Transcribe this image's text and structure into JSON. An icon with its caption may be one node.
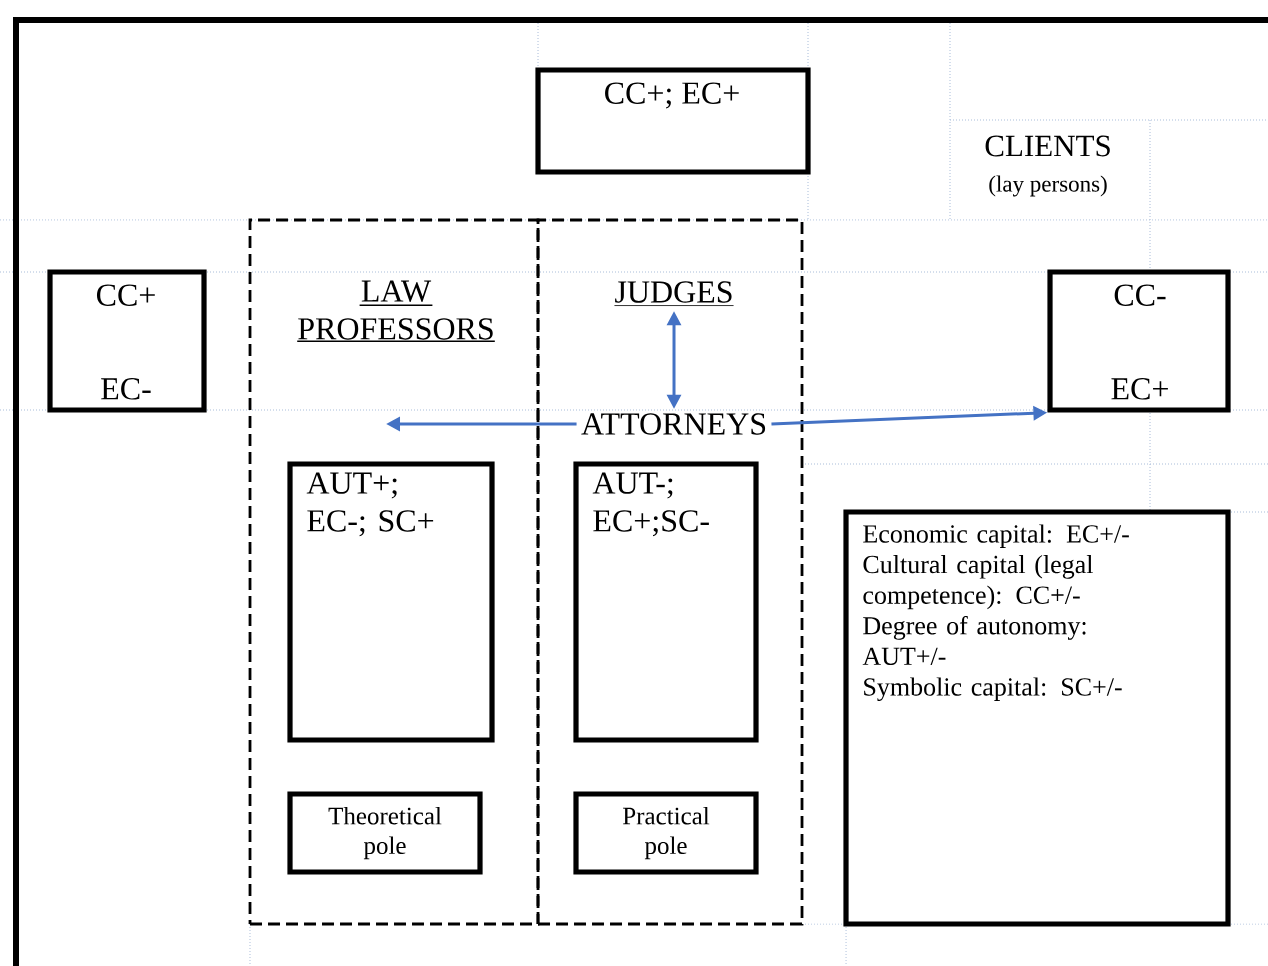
{
  "diagram": {
    "nodes": [
      {
        "text": [
          "CC+; EC+"
        ]
      },
      {
        "text": [
          "CC+",
          "EC-"
        ]
      },
      {
        "text": [
          "CC-",
          "EC+"
        ]
      },
      {
        "text": [
          "LAW PROFESSORS"
        ]
      },
      {
        "text": [],
        "shape": "box"
      },
      {
        "text": [
          "JUDGES"
        ],
        "in": 4
      },
      {
        "text": [
          "ATTORNEYS"
        ],
        "in": 4
      },
      {
        "text": [
          "AUT+; EC-; SC+"
        ],
        "in": 3
      },
      {
        "text": [
          "AUT-; EC+;SC-"
        ],
        "in": 4
      },
      {
        "text": [
          "Theoretical pole"
        ],
        "in": 3
      },
      {
        "text": [
          "Practical pole"
        ],
        "in": 4
      },
      {
        "text": [
          "Economic capital: EC+/-",
          "Cultural capital (legal competence): CC+/-",
          "Degree of autonomy: AUT+/-",
          "Symbolic capital: SC+/-"
        ]
      }
    ],
    "edges": [
      {
        "from": 5,
        "to": 6,
        "arrow": "both"
      },
      {
        "from": 6,
        "to": null,
        "arrow": "to"
      },
      {
        "from": 6,
        "to": 2,
        "arrow": "to"
      }
    ],
    "labels": [
      "CLIENTS",
      "(lay persons)"
    ]
  }
}
